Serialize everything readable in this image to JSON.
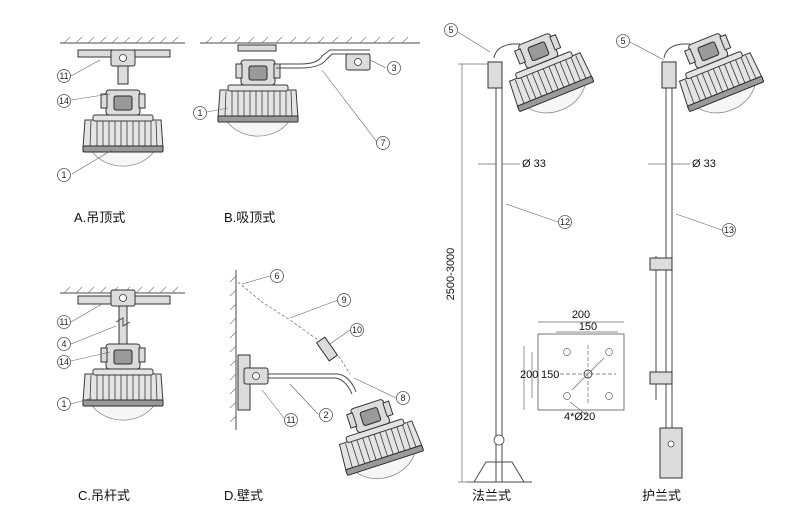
{
  "captions": {
    "a": "A.吊顶式",
    "b": "B.吸顶式",
    "c": "C.吊杆式",
    "d": "D.壁式",
    "flange": "法兰式",
    "guard_flange": "护兰式"
  },
  "dimensions": {
    "pole_height": "2500-3000",
    "pole_diameter_left": "Ø 33",
    "pole_diameter_right": "Ø 33",
    "plate_width_outer": "200",
    "plate_width_inner": "150",
    "plate_height_outer": "200",
    "plate_height_inner": "150",
    "holes": "4*Ø20"
  },
  "callouts": {
    "a1": "11",
    "a2": "14",
    "a3": "1",
    "b1": "1",
    "b2": "3",
    "b3": "7",
    "c1": "11",
    "c2": "4",
    "c3": "14",
    "c4": "1",
    "d1": "6",
    "d2": "9",
    "d3": "10",
    "d4": "8",
    "d5": "11",
    "d6": "2",
    "f1": "5",
    "f2": "12",
    "g1": "5",
    "g2": "13"
  }
}
